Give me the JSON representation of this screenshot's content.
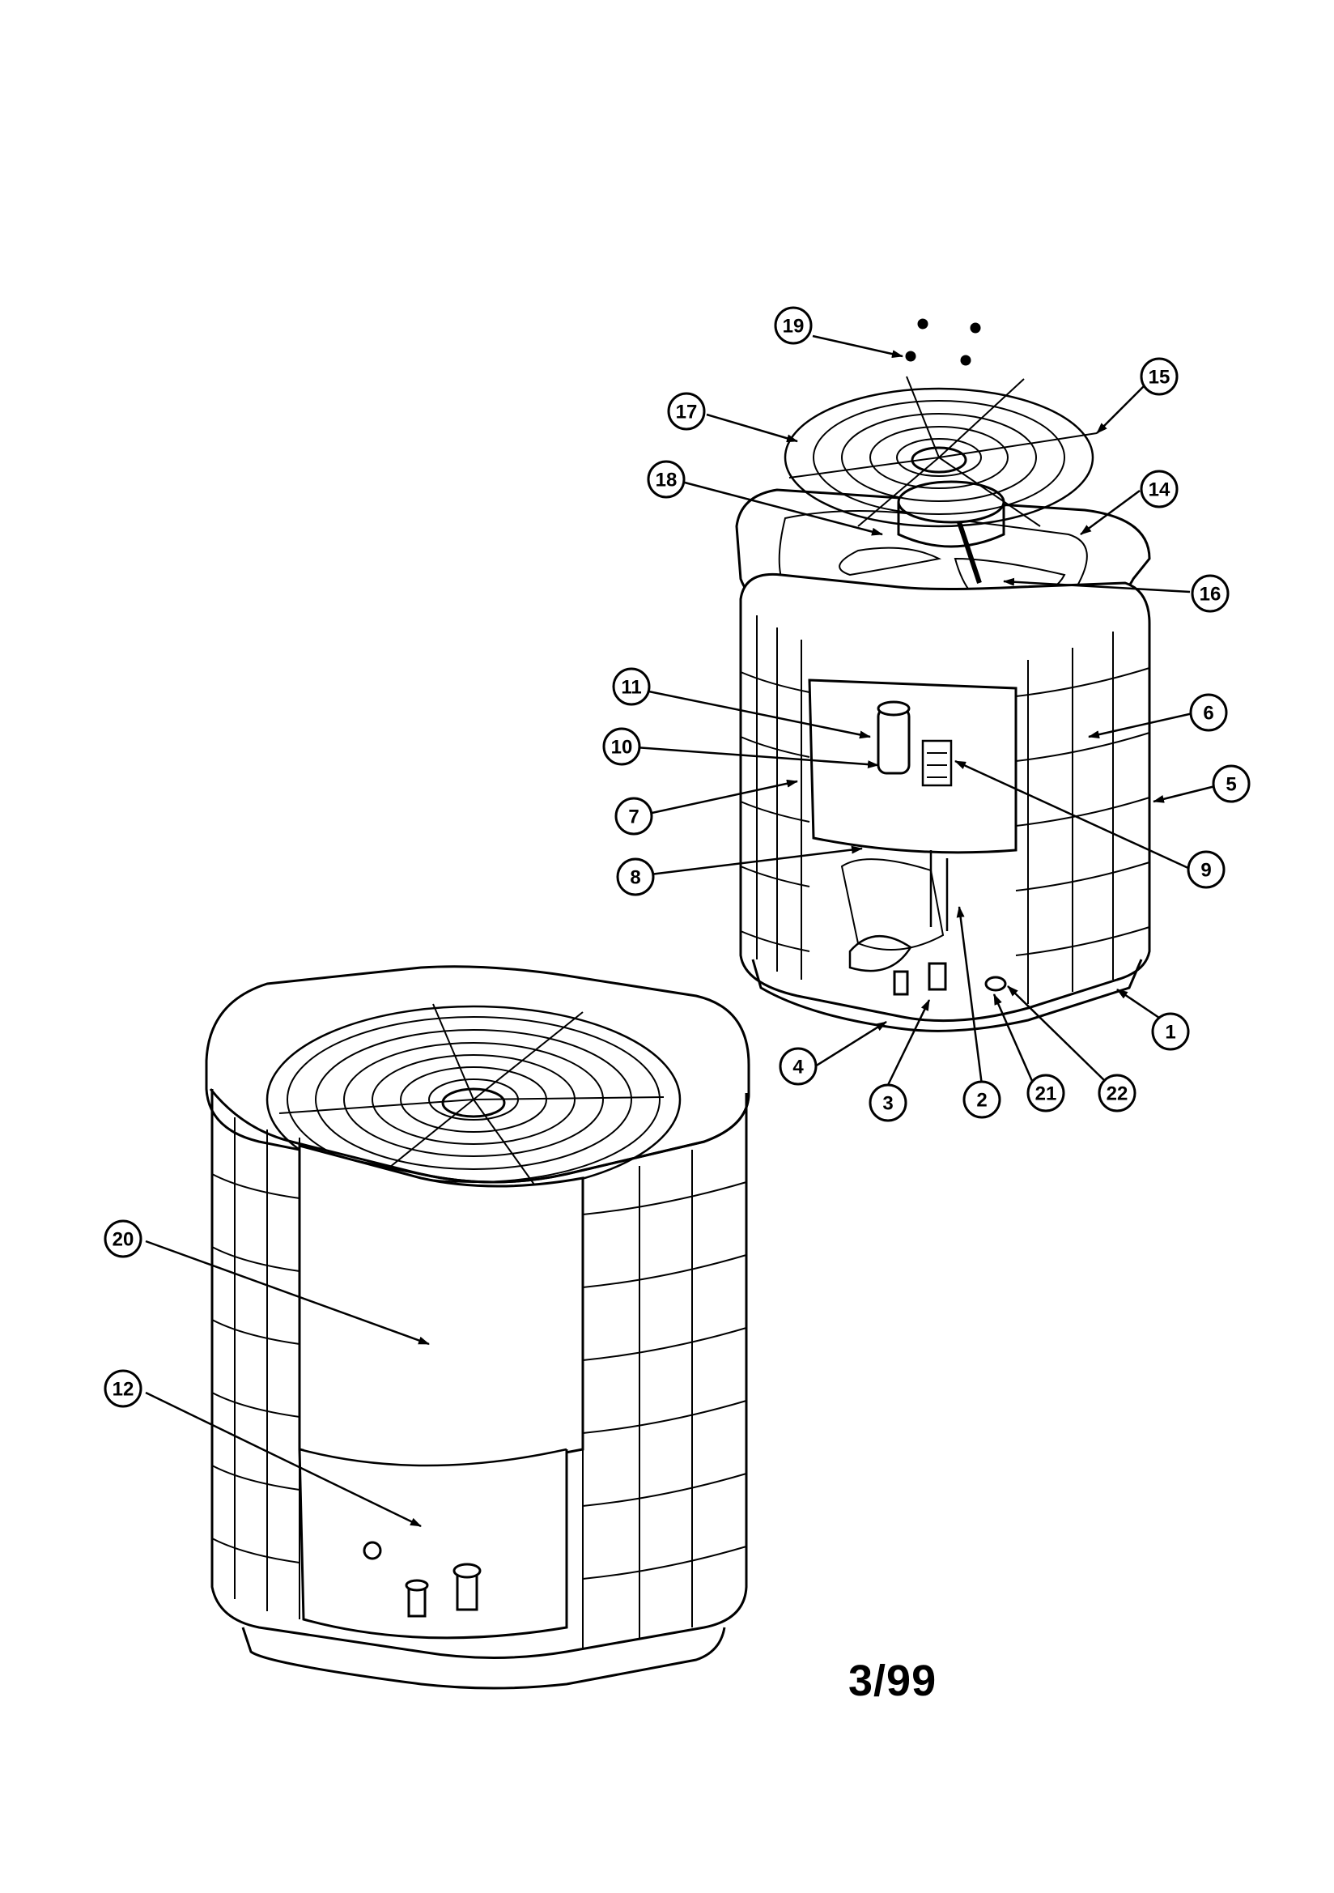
{
  "diagram": {
    "date_code": "3/99",
    "callouts": [
      {
        "id": "1",
        "label": "1"
      },
      {
        "id": "2",
        "label": "2"
      },
      {
        "id": "3",
        "label": "3"
      },
      {
        "id": "4",
        "label": "4"
      },
      {
        "id": "5",
        "label": "5"
      },
      {
        "id": "6",
        "label": "6"
      },
      {
        "id": "7",
        "label": "7"
      },
      {
        "id": "8",
        "label": "8"
      },
      {
        "id": "9",
        "label": "9"
      },
      {
        "id": "10",
        "label": "10"
      },
      {
        "id": "11",
        "label": "11"
      },
      {
        "id": "12",
        "label": "12"
      },
      {
        "id": "14",
        "label": "14"
      },
      {
        "id": "15",
        "label": "15"
      },
      {
        "id": "16",
        "label": "16"
      },
      {
        "id": "17",
        "label": "17"
      },
      {
        "id": "18",
        "label": "18"
      },
      {
        "id": "19",
        "label": "19"
      },
      {
        "id": "20",
        "label": "20"
      },
      {
        "id": "21",
        "label": "21"
      },
      {
        "id": "22",
        "label": "22"
      }
    ]
  }
}
